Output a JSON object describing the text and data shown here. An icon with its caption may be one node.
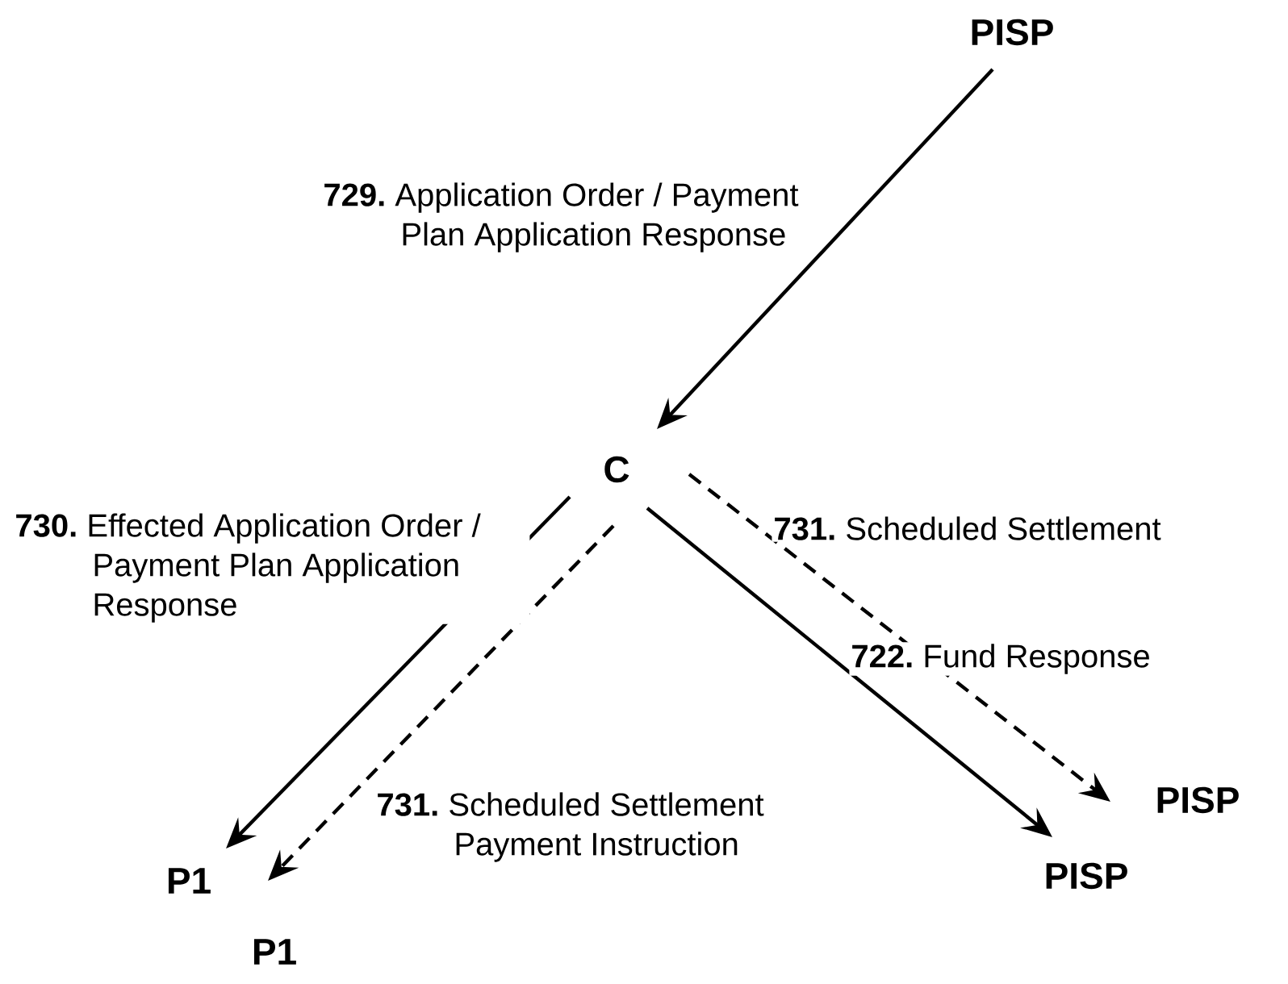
{
  "diagram": {
    "nodes": [
      {
        "text": [
          "PISP"
        ]
      },
      {
        "text": [
          "C"
        ]
      },
      {
        "text": [
          "P1"
        ]
      },
      {
        "text": [
          "P1"
        ]
      },
      {
        "text": [
          "PISP"
        ]
      },
      {
        "text": [
          "PISP"
        ]
      }
    ],
    "edges": [
      {
        "from": 0,
        "to": 1,
        "arrow": "to",
        "label": "**729.** Application Order / Payment Plan Application Response"
      },
      {
        "from": 1,
        "to": 2,
        "arrow": "to",
        "label": "**730.** Effected Application Order / Payment Plan Application Response"
      },
      {
        "from": 1,
        "to": 3,
        "arrow": "to",
        "style": "dashed",
        "label": "**731.** Scheduled Settlement Payment Instruction"
      },
      {
        "from": 1,
        "to": 4,
        "arrow": "to",
        "label": "**722.** Fund Response"
      },
      {
        "from": 1,
        "to": 5,
        "arrow": "to",
        "style": "dashed",
        "label": "**731.** Scheduled Settlement"
      }
    ]
  }
}
